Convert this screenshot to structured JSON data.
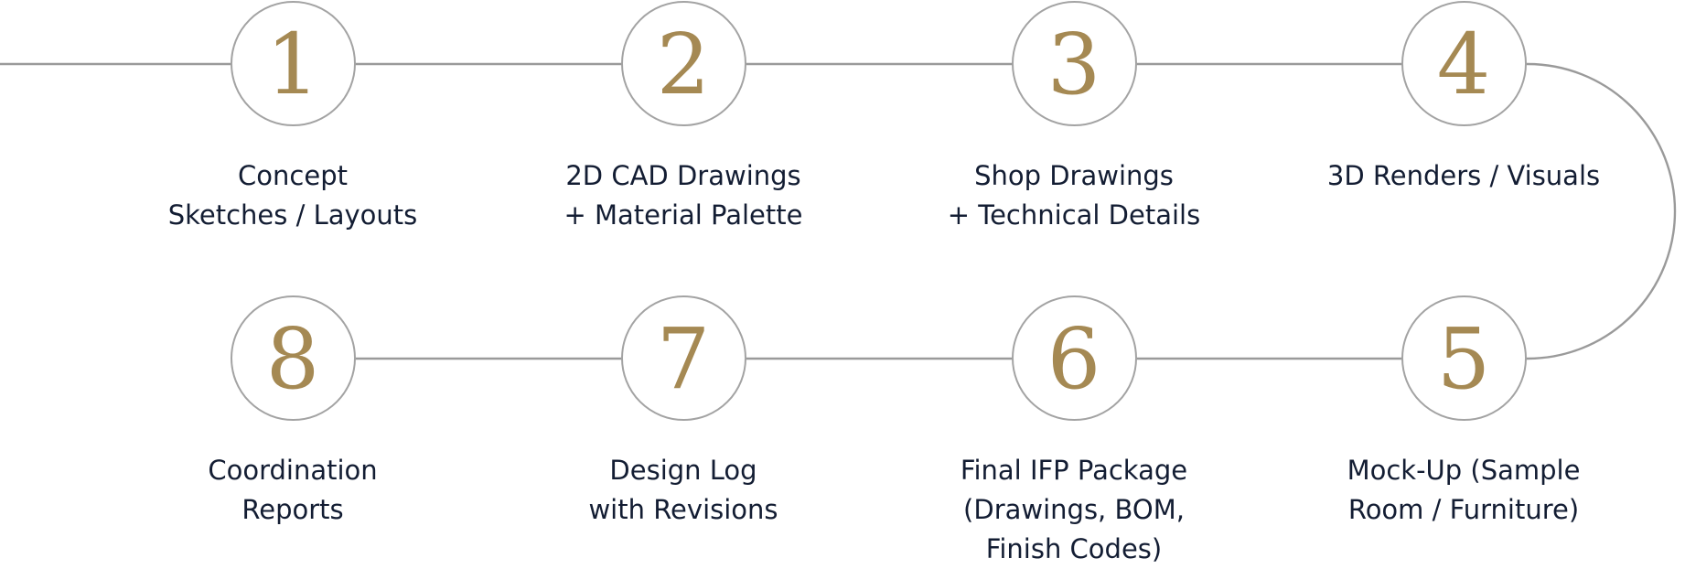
{
  "colors": {
    "number": "#a58953",
    "label": "#131d33",
    "line": "#9a9a9a",
    "circle_border": "#a3a3a3",
    "background": "#ffffff"
  },
  "steps": [
    {
      "number": "1",
      "label_lines": [
        "Concept",
        "Sketches / Layouts"
      ]
    },
    {
      "number": "2",
      "label_lines": [
        "2D CAD Drawings",
        "+ Material Palette"
      ]
    },
    {
      "number": "3",
      "label_lines": [
        "Shop Drawings",
        "+ Technical Details"
      ]
    },
    {
      "number": "4",
      "label_lines": [
        "3D Renders / Visuals"
      ]
    },
    {
      "number": "5",
      "label_lines": [
        "Mock-Up (Sample",
        "Room / Furniture)"
      ]
    },
    {
      "number": "6",
      "label_lines": [
        "Final IFP Package",
        "(Drawings, BOM,",
        "Finish Codes)"
      ]
    },
    {
      "number": "7",
      "label_lines": [
        "Design Log",
        "with Revisions"
      ]
    },
    {
      "number": "8",
      "label_lines": [
        "Coordination",
        "Reports"
      ]
    }
  ]
}
